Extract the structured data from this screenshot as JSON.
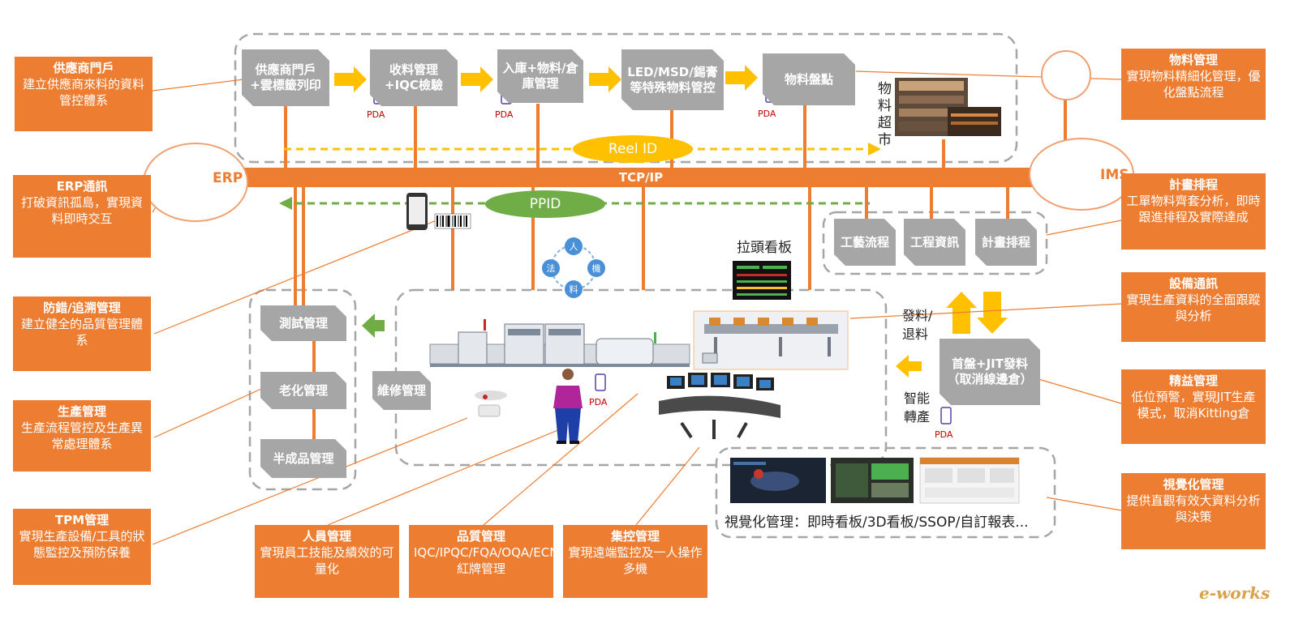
{
  "bus": {
    "label": "TCP/IP",
    "reel": "Reel ID",
    "ppid": "PPID"
  },
  "systems": {
    "erp": "ERP",
    "ims": "IMS"
  },
  "flow": [
    {
      "id": "supplier",
      "label": "供應商門戶+雲標籤列印"
    },
    {
      "id": "receive",
      "label": "收料管理+IQC檢驗"
    },
    {
      "id": "storage",
      "label": "入庫+物料/倉庫管理"
    },
    {
      "id": "special",
      "label": "LED/MSD/錫膏等特殊物料管控"
    },
    {
      "id": "inventory",
      "label": "物料盤點"
    }
  ],
  "pda": "PDA",
  "supermarket": "物料超市",
  "ims_boxes": [
    {
      "id": "process",
      "label": "工藝流程"
    },
    {
      "id": "eng",
      "label": "工程資訊"
    },
    {
      "id": "plan",
      "label": "計畫排程"
    }
  ],
  "left_boxes": [
    {
      "id": "test",
      "label": "測試管理"
    },
    {
      "id": "aging",
      "label": "老化管理"
    },
    {
      "id": "semi",
      "label": "半成品管理"
    }
  ],
  "repair": "維修管理",
  "jit": "首盤+JIT發料（取消線邊倉）",
  "kanban": "拉頭看板",
  "issue_return": "發料/退料",
  "transfer": "智能轉產",
  "viz_caption": "視覺化管理：即時看板/3D看板/SSOP/自訂報表...",
  "ren": [
    "人",
    "機",
    "料",
    "法"
  ],
  "modules": [
    {
      "id": "m-supplier",
      "title": "供應商門戶",
      "desc": "建立供應商來料的資料管控體系"
    },
    {
      "id": "m-erp",
      "title": "ERP通訊",
      "desc": "打破資訊孤島，實現資料即時交互"
    },
    {
      "id": "m-trace",
      "title": "防錯/追溯管理",
      "desc": "建立健全的品質管理體系"
    },
    {
      "id": "m-prod",
      "title": "生產管理",
      "desc": "生產流程管控及生產異常處理體系"
    },
    {
      "id": "m-tpm",
      "title": "TPM管理",
      "desc": "實現生產設備/工具的狀態監控及預防保養"
    },
    {
      "id": "m-people",
      "title": "人員管理",
      "desc": "實現員工技能及績效的可量化"
    },
    {
      "id": "m-quality",
      "title": "品質管理",
      "desc": "IQC/IPQC/FQA/OQA/ECN/紅牌管理"
    },
    {
      "id": "m-central",
      "title": "集控管理",
      "desc": "實現遠端監控及一人操作多機"
    },
    {
      "id": "m-material",
      "title": "物料管理",
      "desc": "實現物料精細化管理，優化盤點流程"
    },
    {
      "id": "m-plan",
      "title": "計畫排程",
      "desc": "工單物料齊套分析，即時跟進排程及實際達成"
    },
    {
      "id": "m-equip",
      "title": "設備通訊",
      "desc": "實現生產資料的全面跟蹤與分析"
    },
    {
      "id": "m-lean",
      "title": "精益管理",
      "desc": "低位預警，實現JIT生產模式，取消Kitting倉"
    },
    {
      "id": "m-viz",
      "title": "視覺化管理",
      "desc": "提供直觀有效大資料分析與決策"
    }
  ],
  "watermark": "e-works",
  "colors": {
    "orange": "#ed7d31",
    "gray": "#a6a6a6",
    "yellow": "#ffc000",
    "green": "#70ad47",
    "ren_blue": "#4a90d9"
  }
}
